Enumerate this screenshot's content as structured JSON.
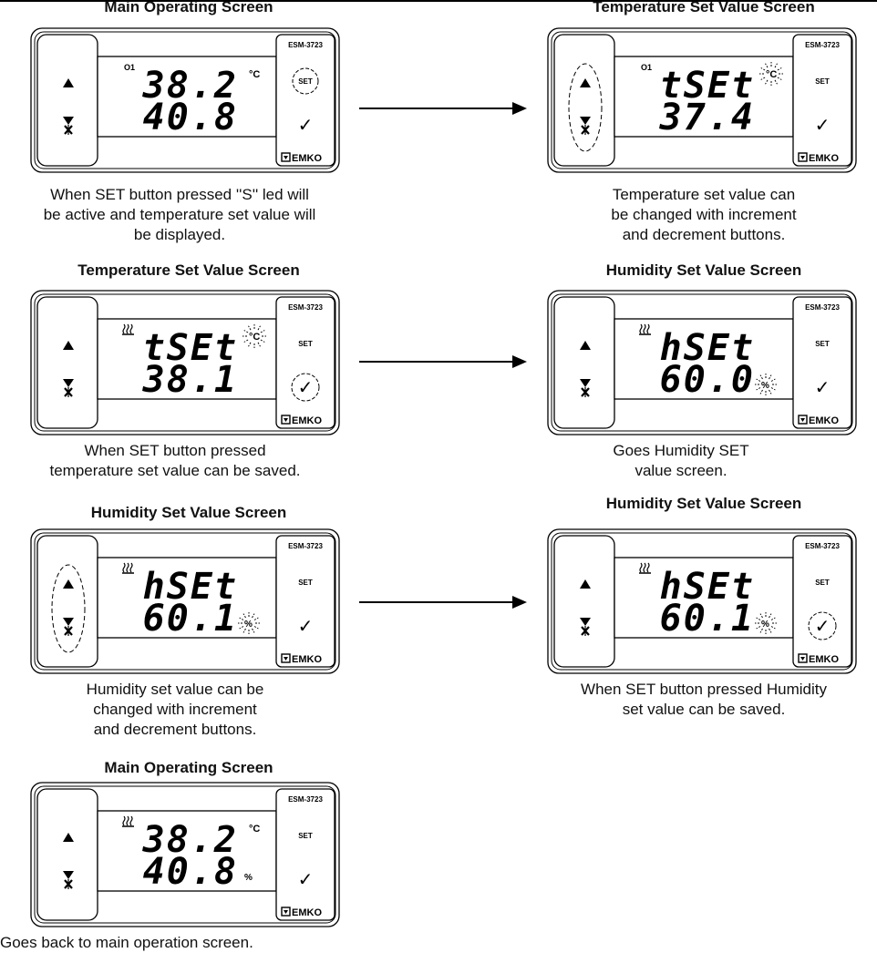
{
  "panels": [
    {
      "title": "Main Operating Screen",
      "caption": [
        "When SET button pressed ''S'' led will",
        "be active and temperature set value will",
        "be displayed."
      ],
      "display": {
        "top": "38.2",
        "bottom": "40.8",
        "indicator": "O1",
        "top_unit": "°C",
        "bottom_unit": "",
        "top_unit_blink": false,
        "bottom_unit_blink": false
      },
      "highlight_arrows": false,
      "highlight_set": true,
      "highlight_check": false
    },
    {
      "title": "Temperature Set Value Screen",
      "caption": [
        "Temperature set value can",
        "be changed with increment",
        "and decrement buttons."
      ],
      "display": {
        "top": "tSEt",
        "bottom": "37.4",
        "indicator": "O1",
        "top_unit": "°C",
        "bottom_unit": "",
        "top_unit_blink": true,
        "bottom_unit_blink": false
      },
      "highlight_arrows": true,
      "highlight_set": false,
      "highlight_check": false
    },
    {
      "title": "Temperature Set Value Screen",
      "caption": [
        "When SET button pressed",
        "temperature set value can be saved."
      ],
      "display": {
        "top": "tSEt",
        "bottom": "38.1",
        "indicator": "heat-icon",
        "top_unit": "°C",
        "bottom_unit": "",
        "top_unit_blink": true,
        "bottom_unit_blink": false
      },
      "highlight_arrows": false,
      "highlight_set": false,
      "highlight_check": true
    },
    {
      "title": "Humidity Set Value Screen",
      "caption": [
        "Goes Humidity SET",
        "value screen."
      ],
      "display": {
        "top": "hSEt",
        "bottom": "60.0",
        "indicator": "heat-icon",
        "top_unit": "",
        "bottom_unit": "%",
        "top_unit_blink": false,
        "bottom_unit_blink": true
      },
      "highlight_arrows": false,
      "highlight_set": false,
      "highlight_check": false
    },
    {
      "title": "Humidity Set Value Screen",
      "caption": [
        "Humidity set value can be",
        "changed with increment",
        "and decrement buttons."
      ],
      "display": {
        "top": "hSEt",
        "bottom": "60.1",
        "indicator": "heat-icon",
        "top_unit": "",
        "bottom_unit": "%",
        "top_unit_blink": false,
        "bottom_unit_blink": true
      },
      "highlight_arrows": true,
      "highlight_set": false,
      "highlight_check": false
    },
    {
      "title": "Humidity Set Value Screen",
      "caption": [
        "When SET button pressed Humidity",
        "set value can be saved."
      ],
      "display": {
        "top": "hSEt",
        "bottom": "60.1",
        "indicator": "heat-icon",
        "top_unit": "",
        "bottom_unit": "%",
        "top_unit_blink": false,
        "bottom_unit_blink": true
      },
      "highlight_arrows": false,
      "highlight_set": false,
      "highlight_check": true
    },
    {
      "title": "Main Operating Screen",
      "caption": [
        "Goes back to main operation screen."
      ],
      "display": {
        "top": "38.2",
        "bottom": "40.8",
        "indicator": "heat-icon",
        "top_unit": "°C",
        "bottom_unit": "%",
        "top_unit_blink": false,
        "bottom_unit_blink": false
      },
      "highlight_arrows": false,
      "highlight_set": false,
      "highlight_check": false
    }
  ],
  "device": {
    "model": "ESM-3723",
    "set_label": "SET",
    "brand": "EMKO",
    "check_symbol": "✓"
  },
  "arrows": [
    {
      "from": 0,
      "to": 1
    },
    {
      "from": 2,
      "to": 3
    },
    {
      "from": 4,
      "to": 5
    }
  ]
}
